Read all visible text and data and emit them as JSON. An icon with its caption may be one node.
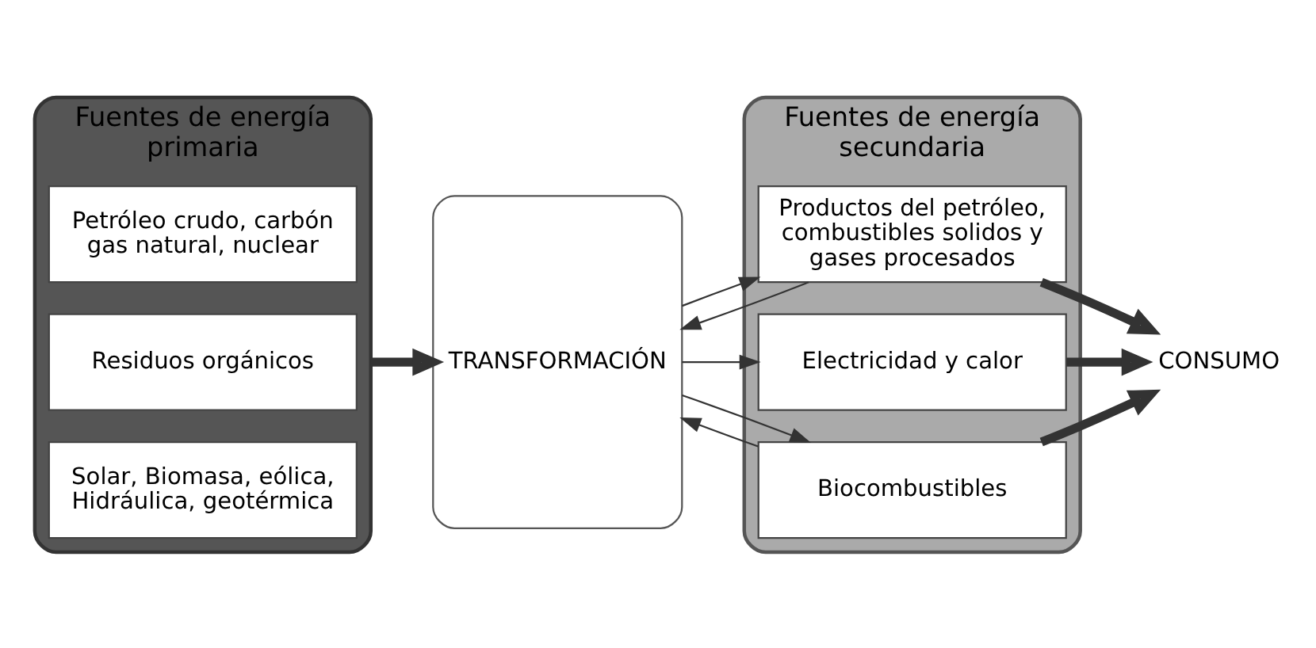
{
  "diagram": {
    "nodes": [
      {
        "text": [
          "Fuentes de energía primaria"
        ]
      },
      {
        "text": [
          "Petróleo crudo, carbón gas natural, nuclear"
        ],
        "in": 0
      },
      {
        "text": [
          "Residuos orgánicos"
        ],
        "in": 0
      },
      {
        "text": [
          "Solar, Biomasa, eólica, Hidráulica, geotérmica"
        ],
        "in": 0
      },
      {
        "text": [
          "TRANSFORMACIÓN"
        ]
      },
      {
        "text": [
          "Fuentes de energía secundaria"
        ]
      },
      {
        "text": [
          "Productos del petróleo, combustibles solidos y gases procesados"
        ],
        "in": 5
      },
      {
        "text": [
          "Electricidad y calor"
        ],
        "in": 5
      },
      {
        "text": [
          "Biocombustibles"
        ],
        "in": 5
      },
      {
        "text": [
          "CONSUMO"
        ]
      }
    ],
    "edges": [
      {
        "from": 0,
        "to": 4,
        "arrow": "to",
        "style": "thick"
      },
      {
        "from": 4,
        "to": 6,
        "arrow": "to"
      },
      {
        "from": 4,
        "to": 7,
        "arrow": "to"
      },
      {
        "from": 4,
        "to": 8,
        "arrow": "to"
      },
      {
        "from": 6,
        "to": 4,
        "arrow": "to"
      },
      {
        "from": 8,
        "to": 4,
        "arrow": "to"
      },
      {
        "from": 6,
        "to": 9,
        "arrow": "to",
        "style": "thick"
      },
      {
        "from": 7,
        "to": 9,
        "arrow": "to",
        "style": "thick"
      },
      {
        "from": 8,
        "to": 9,
        "arrow": "to",
        "style": "thick"
      }
    ]
  }
}
